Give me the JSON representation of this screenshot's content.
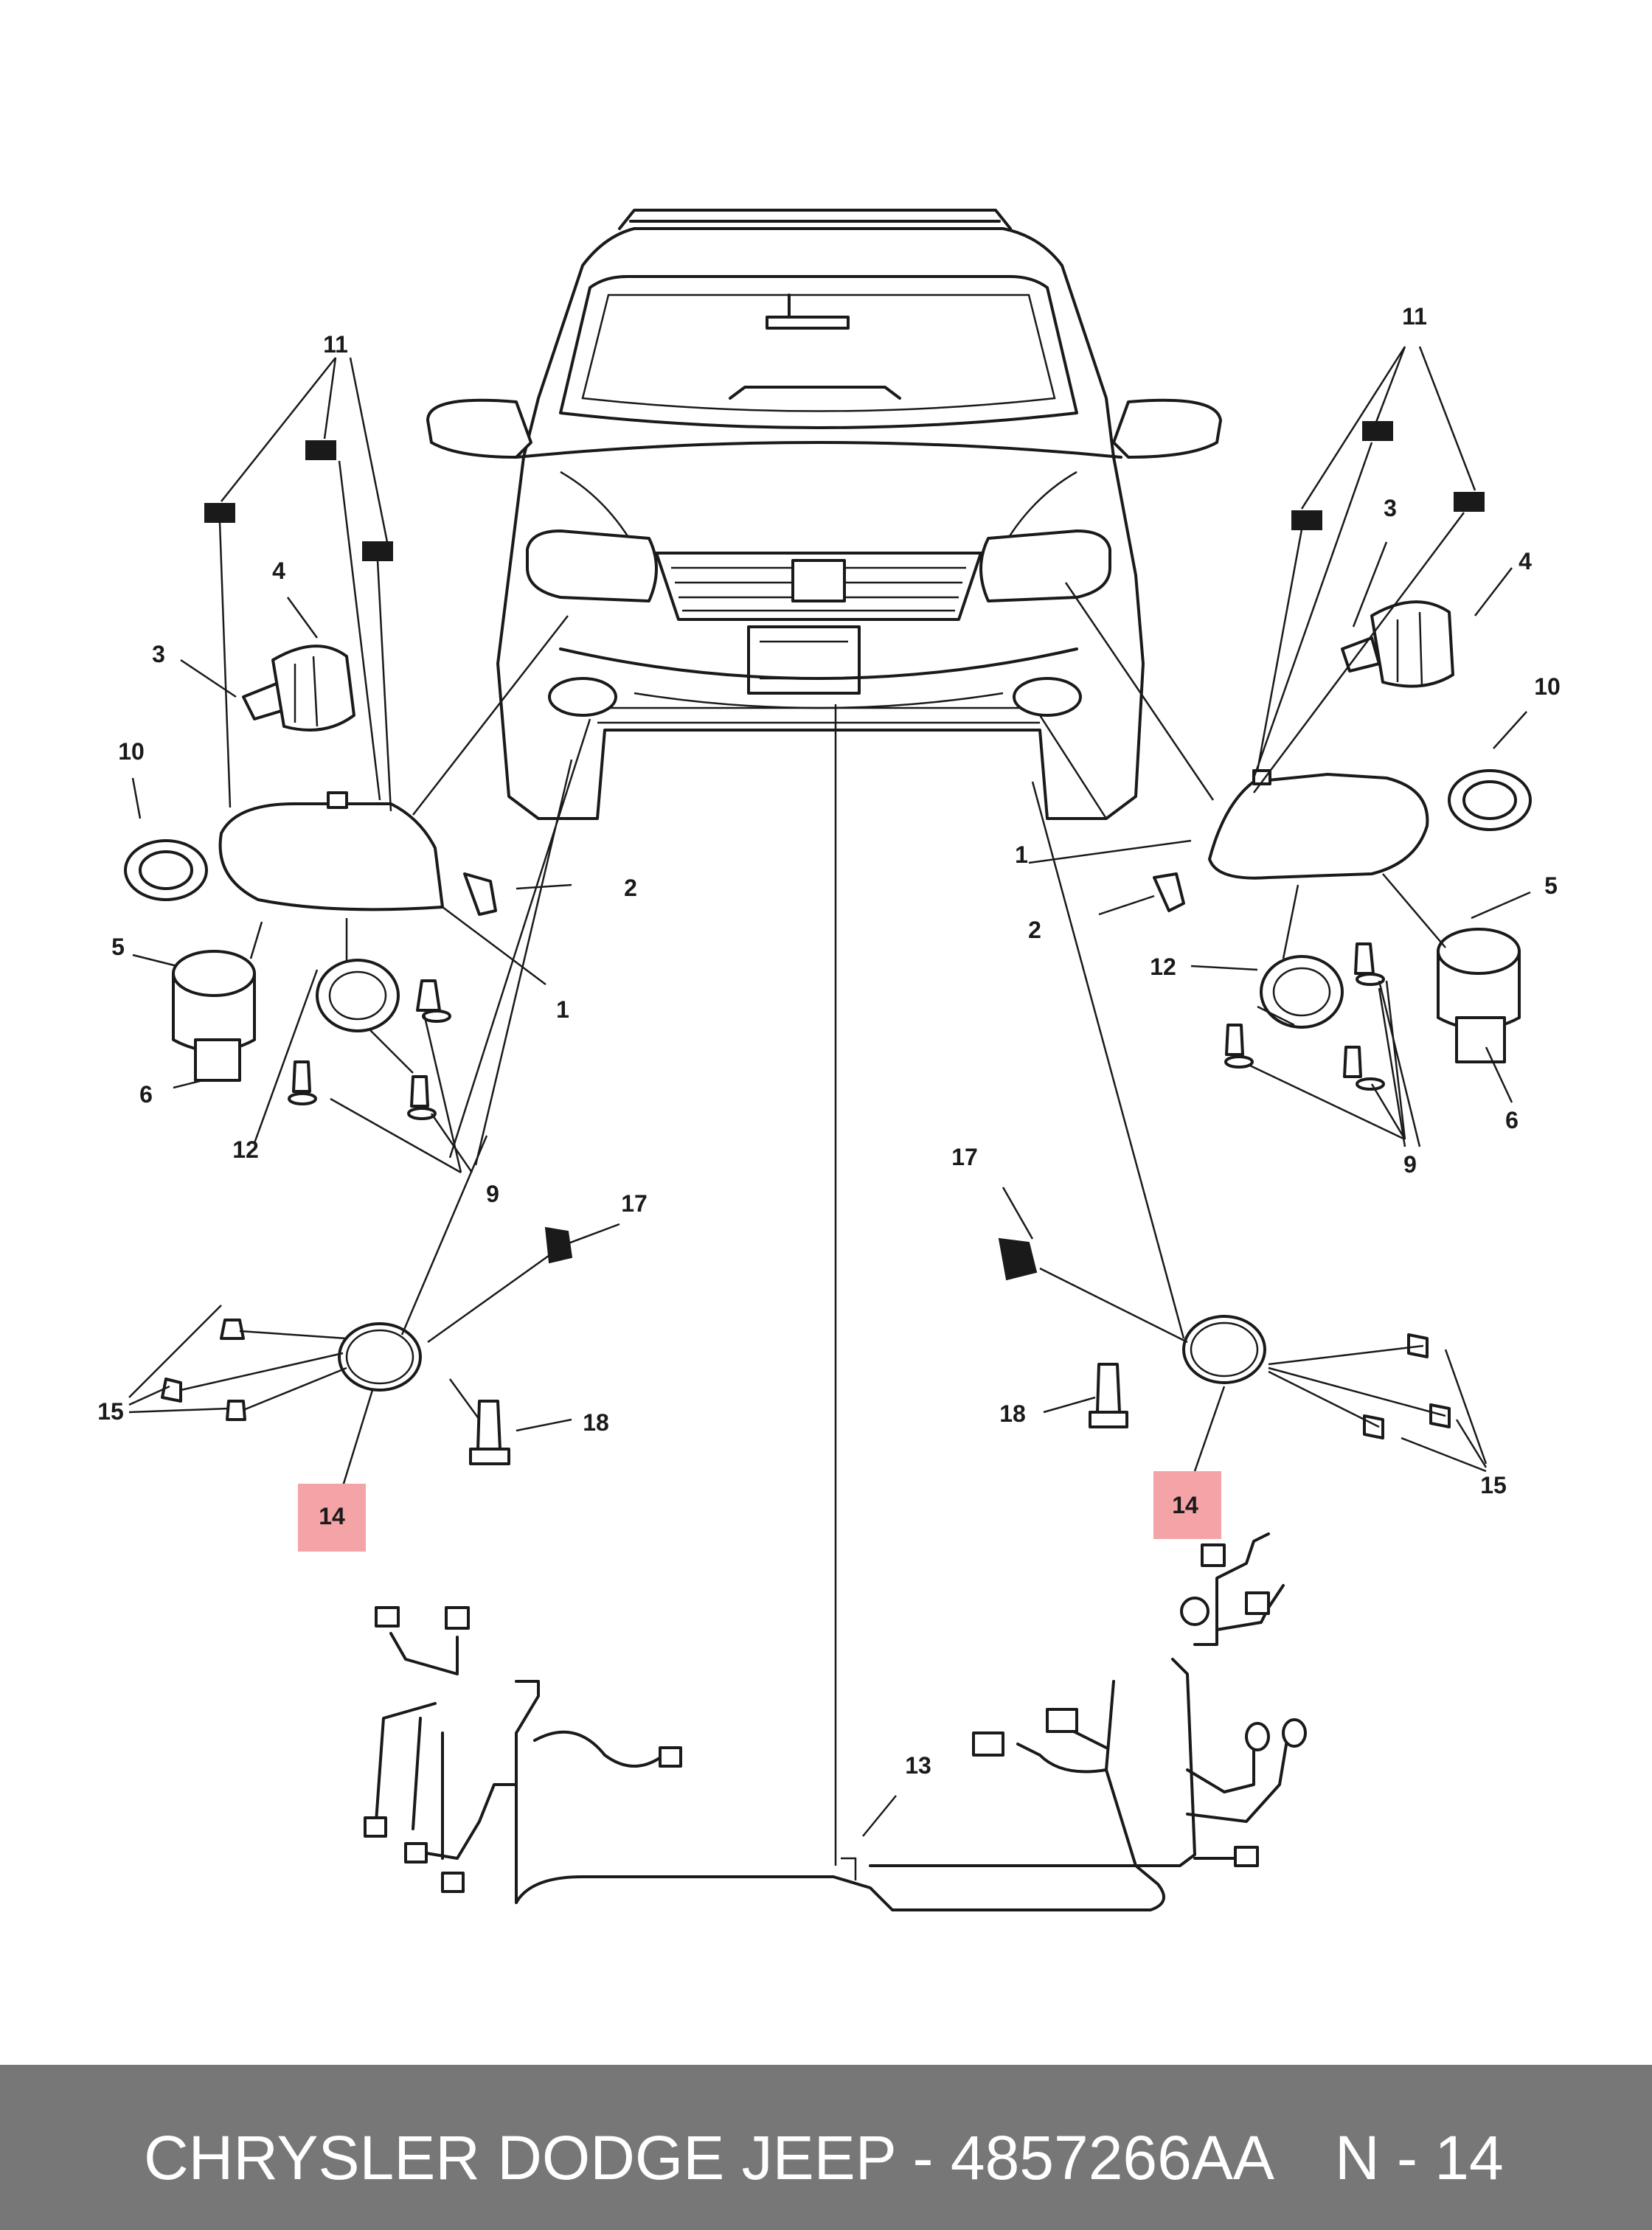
{
  "diagram": {
    "callouts": {
      "l11": "11",
      "l4": "4",
      "l3": "3",
      "l10": "10",
      "l5": "5",
      "l6": "6",
      "l12": "12",
      "l2": "2",
      "l1": "1",
      "l9": "9",
      "l17": "17",
      "l15": "15",
      "l18": "18",
      "l14": "14",
      "r11": "11",
      "r3": "3",
      "r4": "4",
      "r10": "10",
      "r1": "1",
      "r2": "2",
      "r5": "5",
      "r12": "12",
      "r6": "6",
      "r9": "9",
      "r17": "17",
      "r18": "18",
      "r15": "15",
      "r14": "14",
      "c13": "13"
    },
    "highlight_color": "#f4a3a6"
  },
  "footer": {
    "title": "CHRYSLER DODGE JEEP - 4857266AA",
    "code": "N - 14",
    "background": "#777777"
  }
}
